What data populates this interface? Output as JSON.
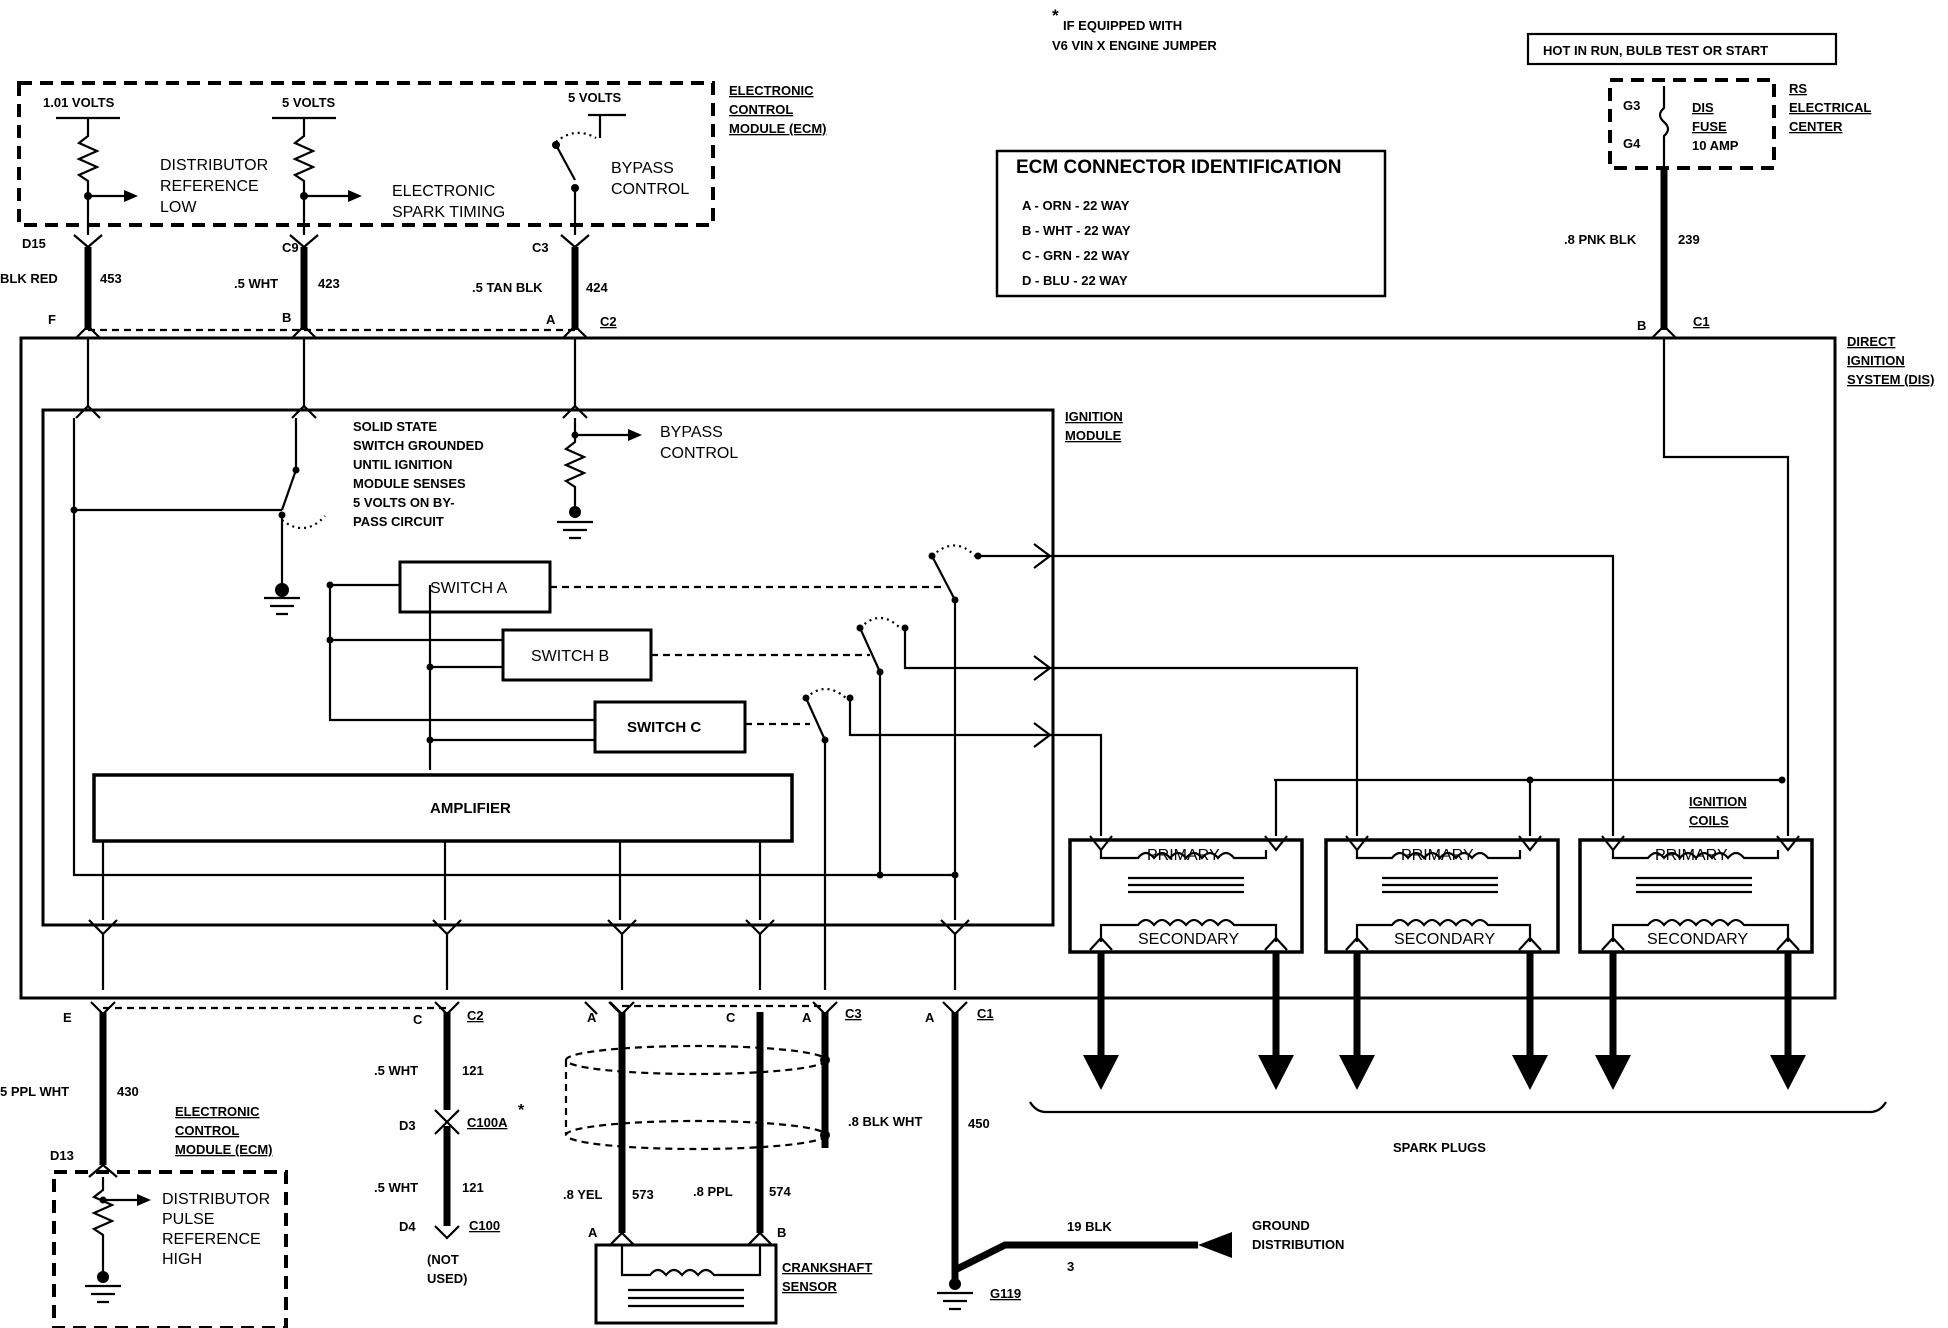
{
  "note": {
    "star": "*",
    "line1": "IF EQUIPPED WITH",
    "line2": "V6 VIN X ENGINE JUMPER"
  },
  "hot_note": "HOT IN RUN, BULB TEST OR START",
  "ecm_top": {
    "v1": "1.01 VOLTS",
    "v2": "5 VOLTS",
    "v3": "5 VOLTS",
    "dist_ref_low": [
      "DISTRIBUTOR",
      "REFERENCE",
      "LOW"
    ],
    "est": [
      "ELECTRONIC",
      "SPARK TIMING"
    ],
    "bypass": [
      "BYPASS",
      "CONTROL"
    ],
    "name": [
      "ELECTRONIC",
      "CONTROL",
      "MODULE (ECM)"
    ],
    "pins": [
      "D15",
      "C9",
      "C3"
    ]
  },
  "wires_top": [
    {
      "gauge": "BLK RED",
      "circuit": "453",
      "pin": "F"
    },
    {
      "gauge": ".5 WHT",
      "circuit": "423",
      "pin": "B"
    },
    {
      "gauge": ".5 TAN BLK",
      "circuit": "424",
      "pin": "A"
    }
  ],
  "c2_top": "C2",
  "fuse": {
    "pin1": "G3",
    "pin2": "G4",
    "name": [
      "DIS",
      "FUSE",
      "10 AMP"
    ],
    "center": [
      "RS",
      "ELECTRICAL",
      "CENTER"
    ]
  },
  "pnk_wire": {
    "gauge": ".8 PNK BLK",
    "circuit": "239",
    "pin": "B",
    "conn": "C1"
  },
  "ecm_id": {
    "title": "ECM CONNECTOR IDENTIFICATION",
    "rows": [
      "A - ORN - 22 WAY",
      "B - WHT - 22 WAY",
      "C - GRN - 22 WAY",
      "D - BLU - 22 WAY"
    ]
  },
  "dis_label": [
    "DIRECT",
    "IGNITION",
    "SYSTEM (DIS)"
  ],
  "ignition_module_label": [
    "IGNITION",
    "MODULE"
  ],
  "solid_state_note": [
    "SOLID STATE",
    "SWITCH GROUNDED",
    "UNTIL IGNITION",
    "MODULE SENSES",
    "5 VOLTS ON BY-",
    "PASS CIRCUIT"
  ],
  "inner_bypass": [
    "BYPASS",
    "CONTROL"
  ],
  "switches": [
    "SWITCH A",
    "SWITCH B",
    "SWITCH C"
  ],
  "amplifier": "AMPLIFIER",
  "ignition_coils_label": [
    "IGNITION",
    "COILS"
  ],
  "coils": [
    {
      "primary": "PRIMARY",
      "secondary": "SECONDARY"
    },
    {
      "primary": "PRIMARY",
      "secondary": "SECONDARY"
    },
    {
      "primary": "PRIMARY",
      "secondary": "SECONDARY"
    }
  ],
  "spark_plugs": "SPARK PLUGS",
  "bottom": {
    "e_pin": "E",
    "e_gauge": "5 PPL WHT",
    "e_circuit": "430",
    "d13": "D13",
    "ecm_name": [
      "ELECTRONIC",
      "CONTROL",
      "MODULE (ECM)"
    ],
    "dist_pulse": [
      "DISTRIBUTOR",
      "PULSE",
      "REFERENCE",
      "HIGH"
    ],
    "c_pin": "C",
    "c2": "C2",
    "wht1": ".5 WHT",
    "c121a": "121",
    "d3": "D3",
    "c100a": "C100A",
    "star": "*",
    "wht2": ".5 WHT",
    "c121b": "121",
    "d4": "D4",
    "c100": "C100",
    "not_used": [
      "(NOT",
      "USED)"
    ],
    "a_pin1": "A",
    "c_pin2": "C",
    "a_pin2": "A",
    "c3": "C3",
    "blk_wht": ".8 BLK WHT",
    "yel": ".8 YEL",
    "yel_c": "573",
    "ppl": ".8 PPL",
    "ppl_c": "574",
    "sensor_a": "A",
    "sensor_b": "B",
    "crank": [
      "CRANKSHAFT",
      "SENSOR"
    ],
    "a_pin3": "A",
    "c1": "C1",
    "c450": "450",
    "blk19": "19 BLK",
    "c3num": "3",
    "ground": [
      "GROUND",
      "DISTRIBUTION"
    ],
    "g119": "G119"
  }
}
